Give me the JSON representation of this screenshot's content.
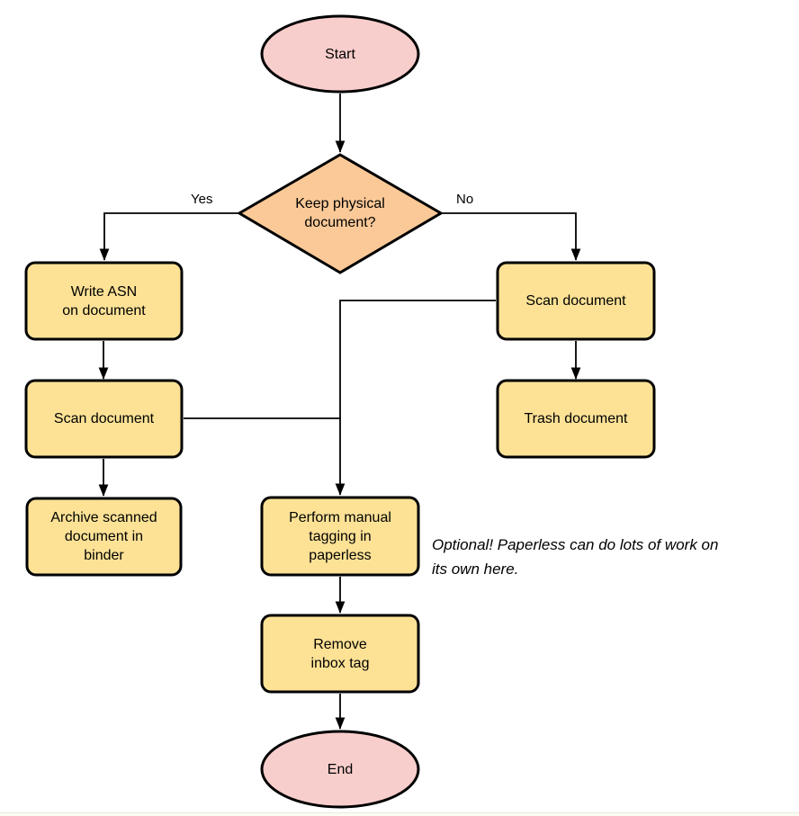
{
  "nodes": {
    "start": {
      "type": "terminator",
      "label": "Start"
    },
    "decision": {
      "type": "decision",
      "label": "Keep physical\ndocument?"
    },
    "write_asn": {
      "type": "process",
      "label": "Write ASN\non document"
    },
    "scan_left": {
      "type": "process",
      "label": "Scan document"
    },
    "archive": {
      "type": "process",
      "label": "Archive scanned\ndocument in\nbinder"
    },
    "scan_right": {
      "type": "process",
      "label": "Scan document"
    },
    "trash": {
      "type": "process",
      "label": "Trash document"
    },
    "tagging": {
      "type": "process",
      "label": "Perform manual\ntagging in\npaperless"
    },
    "remove_inbox": {
      "type": "process",
      "label": "Remove\ninbox tag"
    },
    "end": {
      "type": "terminator",
      "label": "End"
    }
  },
  "edge_labels": {
    "yes": "Yes",
    "no": "No"
  },
  "edges": [
    {
      "from": "start",
      "to": "decision"
    },
    {
      "from": "decision",
      "to": "write_asn",
      "label": "Yes"
    },
    {
      "from": "decision",
      "to": "scan_right",
      "label": "No"
    },
    {
      "from": "write_asn",
      "to": "scan_left"
    },
    {
      "from": "scan_left",
      "to": "archive"
    },
    {
      "from": "scan_right",
      "to": "trash"
    },
    {
      "from": "scan_right",
      "to": "tagging"
    },
    {
      "from": "scan_left",
      "to": "tagging"
    },
    {
      "from": "tagging",
      "to": "remove_inbox"
    },
    {
      "from": "remove_inbox",
      "to": "end"
    }
  ],
  "note": {
    "text": "Optional! Paperless can do lots of work on\nits own here."
  },
  "colors": {
    "terminator_fill": "#F8CECC",
    "decision_fill": "#FBC998",
    "process_fill": "#FDE296",
    "stroke": "#000000",
    "text": "#000000"
  }
}
